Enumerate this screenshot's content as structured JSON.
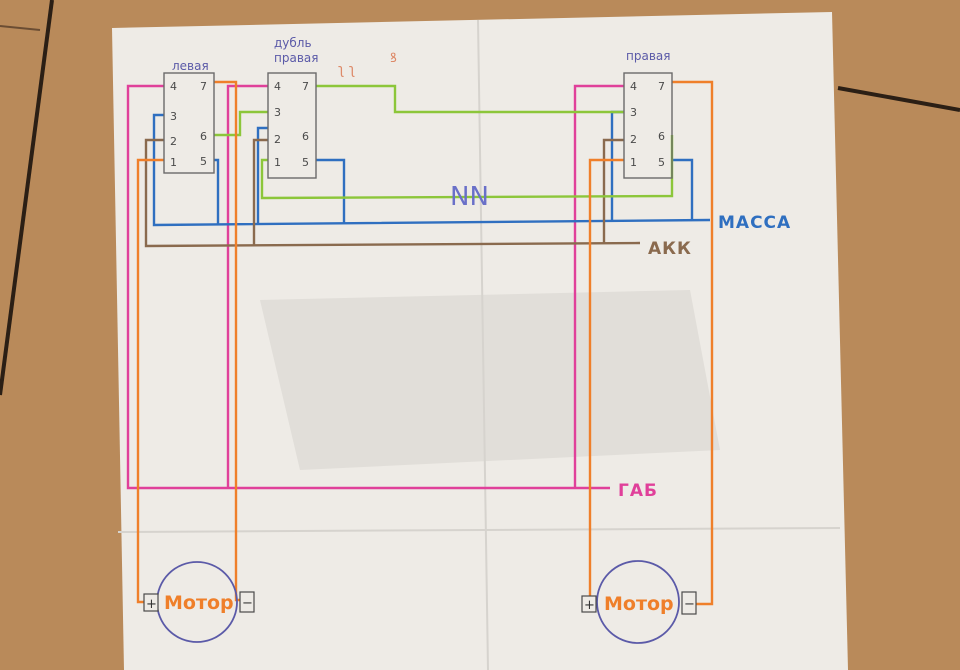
{
  "switches": [
    {
      "id": "left",
      "title": "левая",
      "pins": {
        "p1": "1",
        "p2": "2",
        "p3": "3",
        "p4": "4",
        "p5": "5",
        "p6": "6",
        "p7": "7"
      }
    },
    {
      "id": "dub",
      "title_line1": "дубль",
      "title_line2": "правая",
      "pins": {
        "p1": "1",
        "p2": "2",
        "p3": "3",
        "p4": "4",
        "p5": "5",
        "p6": "6",
        "p7": "7"
      }
    },
    {
      "id": "right",
      "title": "правая",
      "pins": {
        "p1": "1",
        "p2": "2",
        "p3": "3",
        "p4": "4",
        "p5": "5",
        "p6": "6",
        "p7": "7"
      }
    }
  ],
  "buses": {
    "ground": "МАССА",
    "battery": "АКК",
    "parking_lights": "ГАБ"
  },
  "motors": [
    {
      "label": "Мотор",
      "plus": "+",
      "minus": "−"
    },
    {
      "label": "Мотор",
      "plus": "+",
      "minus": "−"
    }
  ],
  "scribble": "NN",
  "colors": {
    "paper": "#eeebe6",
    "floor": "#b98a5a",
    "ground_blue": "#2f6fc0",
    "battery_brown": "#8a6a4e",
    "parking_pink": "#e0409a",
    "motor_orange": "#ef7f2a",
    "green": "#8cc63a",
    "ink": "#5b5aa8"
  }
}
